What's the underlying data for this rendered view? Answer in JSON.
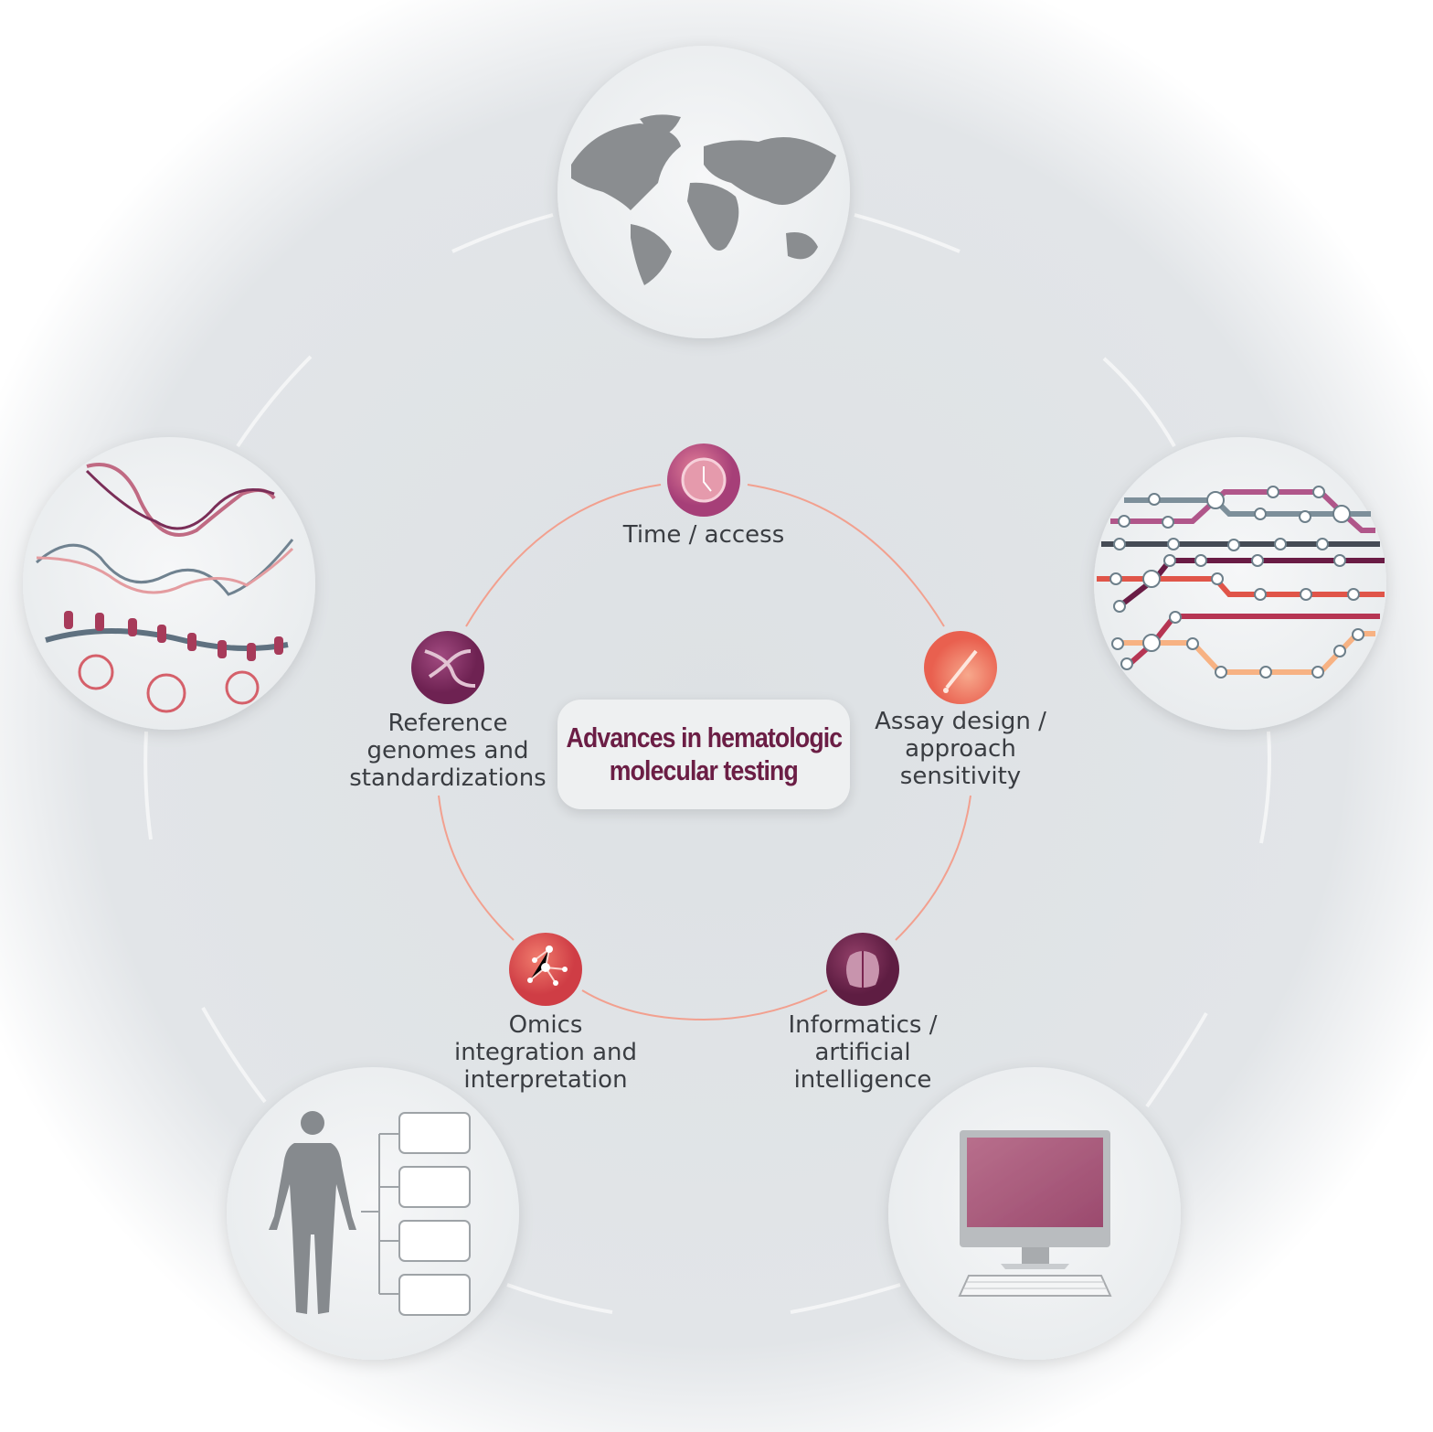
{
  "title": "Advances in hematologic molecular testing",
  "title_lines": [
    "Advances in hematologic",
    "molecular testing"
  ],
  "factors": [
    {
      "label_lines": [
        "Time / access"
      ],
      "icon": "clock-icon",
      "color": "#c0507f"
    },
    {
      "label_lines": [
        "Assay design /",
        "approach",
        "sensitivity"
      ],
      "icon": "pipette-icon",
      "color": "#ee6f5c"
    },
    {
      "label_lines": [
        "Informatics /",
        "artificial",
        "intelligence"
      ],
      "icon": "brain-icon",
      "color": "#7a2550"
    },
    {
      "label_lines": [
        "Omics",
        "integration and",
        "interpretation"
      ],
      "icon": "network-icon",
      "color": "#e0524e"
    },
    {
      "label_lines": [
        "Reference",
        "genomes and",
        "standardizations"
      ],
      "icon": "dna-icon",
      "color": "#8a3266"
    }
  ],
  "illustrations": [
    "world-map-icon",
    "metro-lines-icon",
    "computer-icon",
    "human-body-icon",
    "dna-chromatin-icon"
  ],
  "colors": {
    "ring": "#f2a08f",
    "title": "#6b1e45",
    "background": "#dfe2e5"
  }
}
